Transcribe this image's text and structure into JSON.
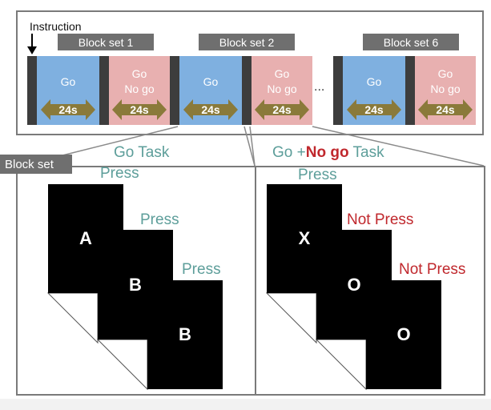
{
  "instruction_label": "Instruction",
  "block_set_labels": [
    "Block set 1",
    "Block set 2",
    "Block set 6"
  ],
  "blocks": {
    "go_label": "Go",
    "nogo_line1": "Go",
    "nogo_line2": "No go",
    "duration": "24s"
  },
  "ellipsis": "...",
  "block_set_tag": "Block set",
  "go_task": {
    "title": "Go Task",
    "stimuli": [
      "A",
      "B",
      "B"
    ],
    "responses": [
      "Press",
      "Press",
      "Press"
    ]
  },
  "nogo_task": {
    "title_prefix": "Go +",
    "title_red": "No go",
    "title_suffix": " Task",
    "stimuli": [
      "X",
      "O",
      "O"
    ],
    "responses": [
      "Press",
      "Not Press",
      "Not Press"
    ]
  },
  "colors": {
    "go_block": "#7fb0e0",
    "nogo_block": "#e8b0b0",
    "arrow": "#8a7a3a",
    "press": "#5d9e9a",
    "not_press": "#c0282d"
  }
}
